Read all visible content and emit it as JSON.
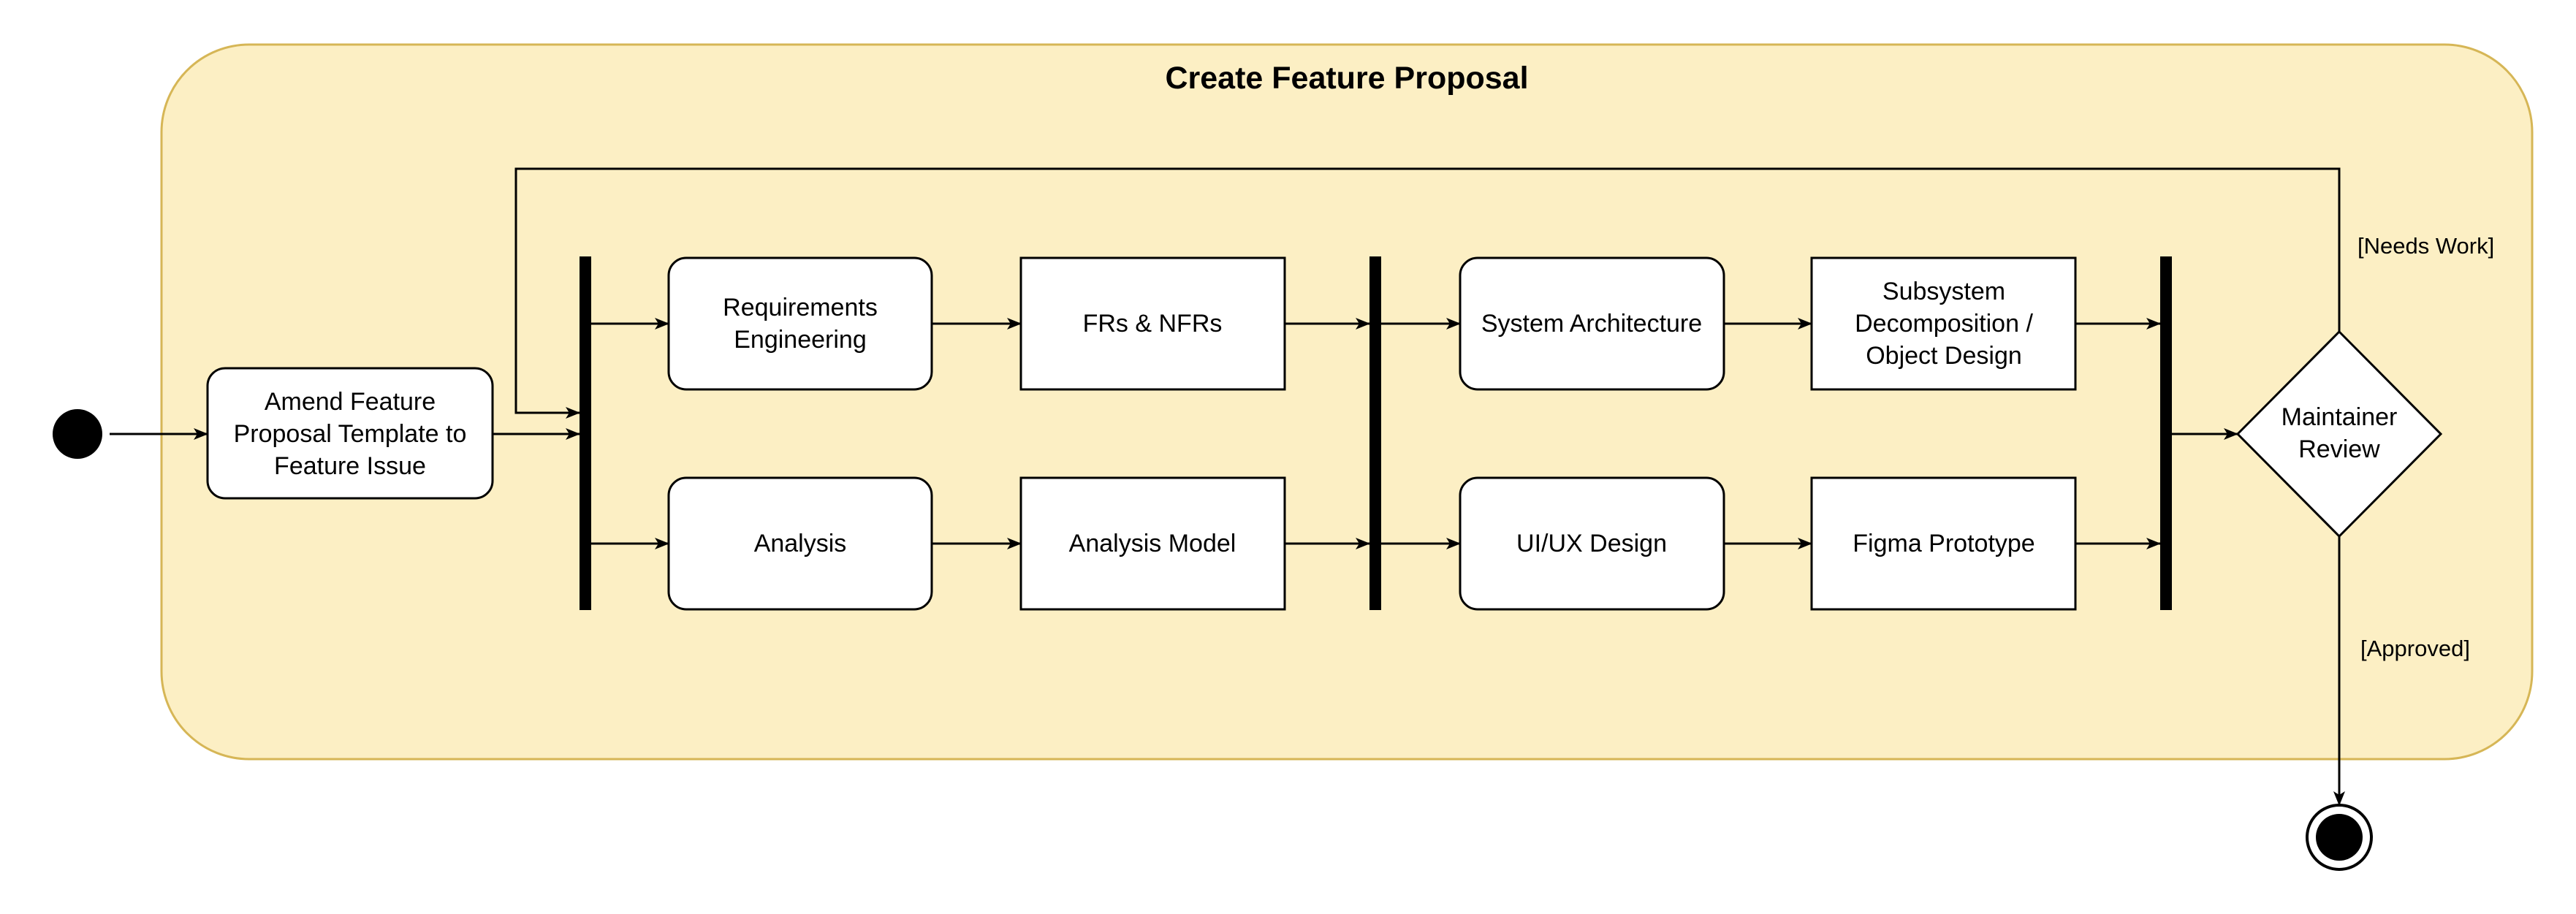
{
  "title": "Create Feature Proposal",
  "colors": {
    "container_fill": "#fcefc4",
    "container_stroke": "#d6b656",
    "node_fill": "#ffffff",
    "stroke": "#000000"
  },
  "nodes": {
    "amend": [
      "Amend Feature",
      "Proposal Template to",
      "Feature Issue"
    ],
    "requirements": [
      "Requirements",
      "Engineering"
    ],
    "frs": [
      "FRs & NFRs"
    ],
    "system_arch": [
      "System Architecture"
    ],
    "subsystem": [
      "Subsystem",
      "Decomposition /",
      "Object Design"
    ],
    "analysis": [
      "Analysis"
    ],
    "analysis_model": [
      "Analysis Model"
    ],
    "uiux": [
      "UI/UX Design"
    ],
    "figma": [
      "Figma Prototype"
    ],
    "review": [
      "Maintainer",
      "Review"
    ]
  },
  "guards": {
    "needs_work": "[Needs Work]",
    "approved": "[Approved]"
  }
}
